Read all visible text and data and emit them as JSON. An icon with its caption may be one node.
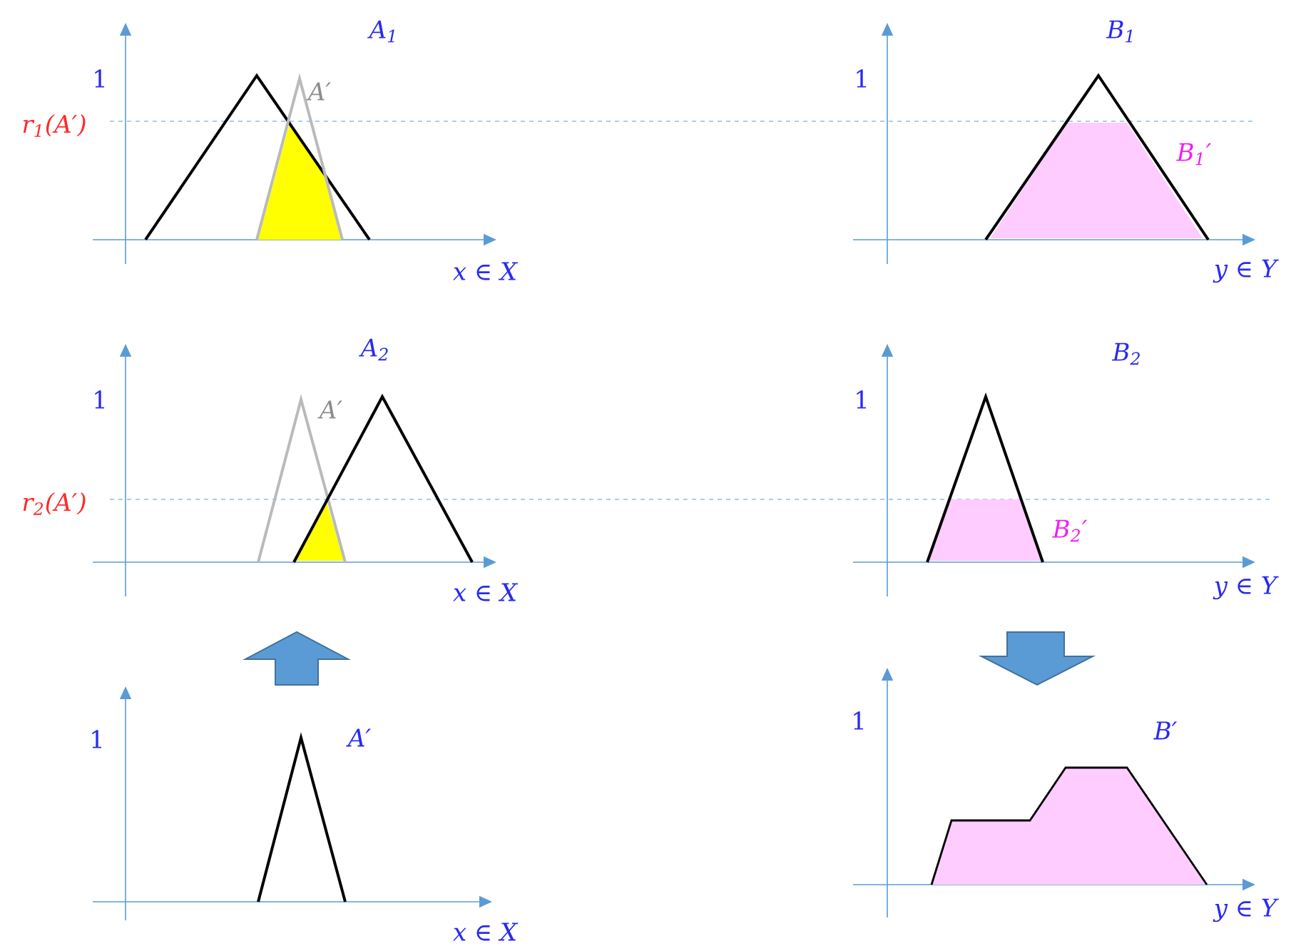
{
  "diagram": {
    "labels": [
      "A$_{1}$",
      "1",
      "A′",
      "r$_{1}$(A′)",
      "B$_{1}$",
      "1",
      "B$_{1}$′",
      "x ∈ X",
      "y ∈ Y",
      "A$_{2}$",
      "B$_{2}$",
      "1",
      "A′",
      "1",
      "r$_{2}$(A′)",
      "B$_{2}$′",
      "x ∈ X",
      "y ∈ Y",
      "1",
      "A′",
      "1",
      "B′",
      "x ∈ X",
      "y ∈ Y"
    ]
  }
}
